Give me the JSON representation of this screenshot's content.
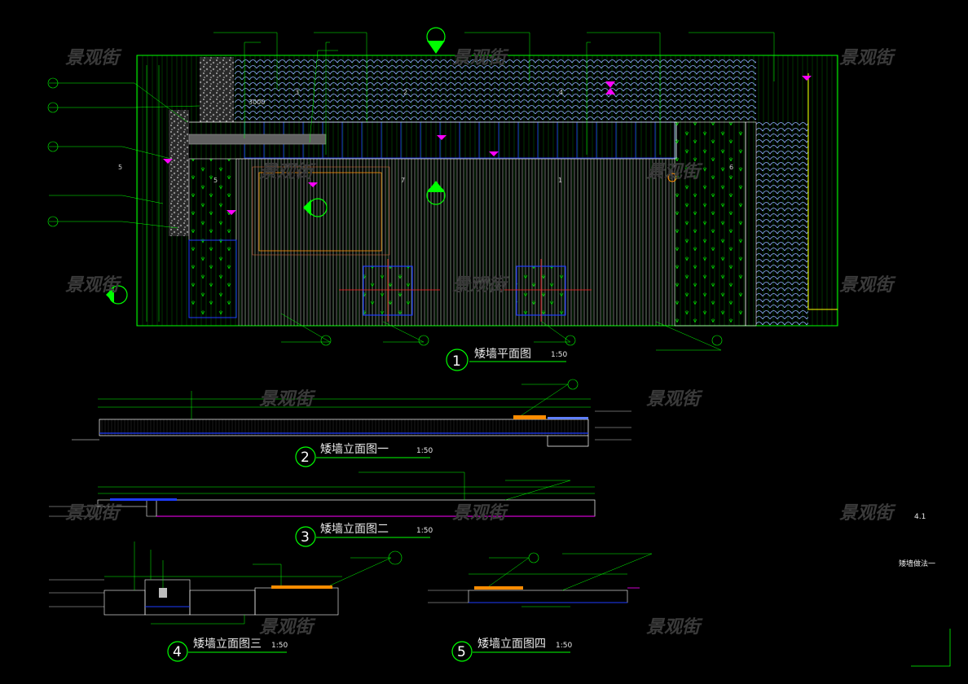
{
  "watermark": "景观街",
  "side_note": "矮墙做法一",
  "corner_mark": "4.1",
  "views": [
    {
      "number": "1",
      "title": "矮墙平面图",
      "scale": "1:50"
    },
    {
      "number": "2",
      "title": "矮墙立面图一",
      "scale": "1:50"
    },
    {
      "number": "3",
      "title": "矮墙立面图二",
      "scale": "1:50"
    },
    {
      "number": "4",
      "title": "矮墙立面图三",
      "scale": "1:50"
    },
    {
      "number": "5",
      "title": "矮墙立面图四",
      "scale": "1:50"
    }
  ],
  "plan_labels": {
    "dim_1": "3000",
    "dim_2": "2",
    "dim_3": "4",
    "dim_4": "3",
    "dim_5": "1",
    "dim_6": "5",
    "dim_7": "6",
    "dim_8": "7",
    "dim_9": "5"
  },
  "colors": {
    "wall_outline": "#00ff00",
    "leader": "#00ff00",
    "paving_blue": "#1e3cff",
    "water_tile": "#8fb0ff",
    "magenta_marker": "#ff00ff",
    "orange": "#ff8c00",
    "red": "#ff2020",
    "grey_fill": "#bdbdbd",
    "text": "#e8e8e8",
    "white": "#ffffff"
  }
}
